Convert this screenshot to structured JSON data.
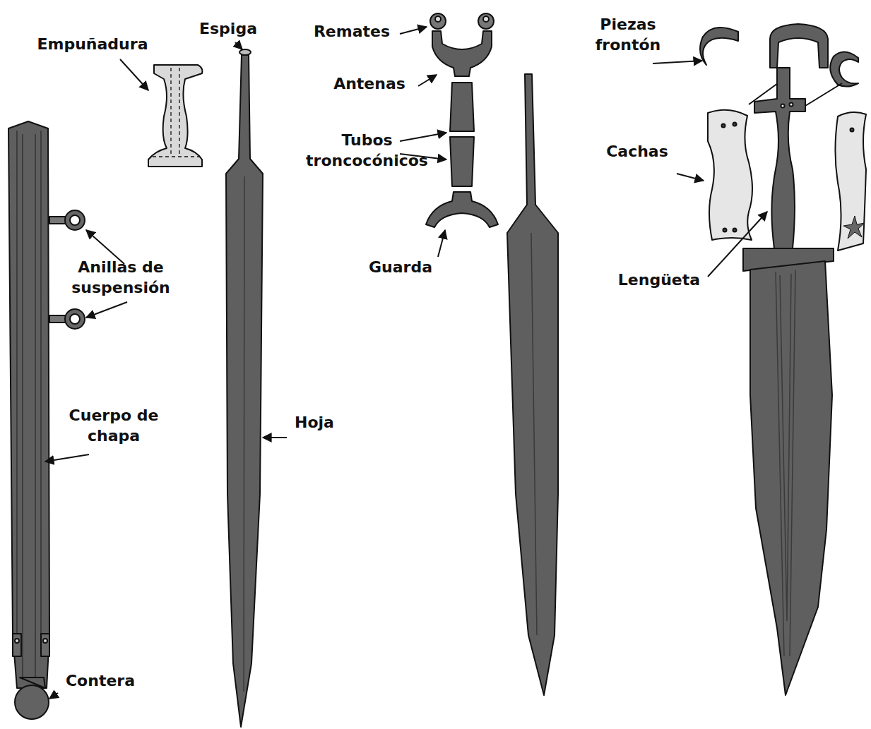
{
  "diagram": {
    "labels": [
      "Empuñadura",
      "Espiga",
      "Remates",
      "Antenas",
      "Tubos troncocónicos",
      "Guarda",
      "Piezas frontón",
      "Cachas",
      "Lengüeta",
      "Anillas de suspensión",
      "Cuerpo de chapa",
      "Hoja",
      "Contera"
    ]
  }
}
